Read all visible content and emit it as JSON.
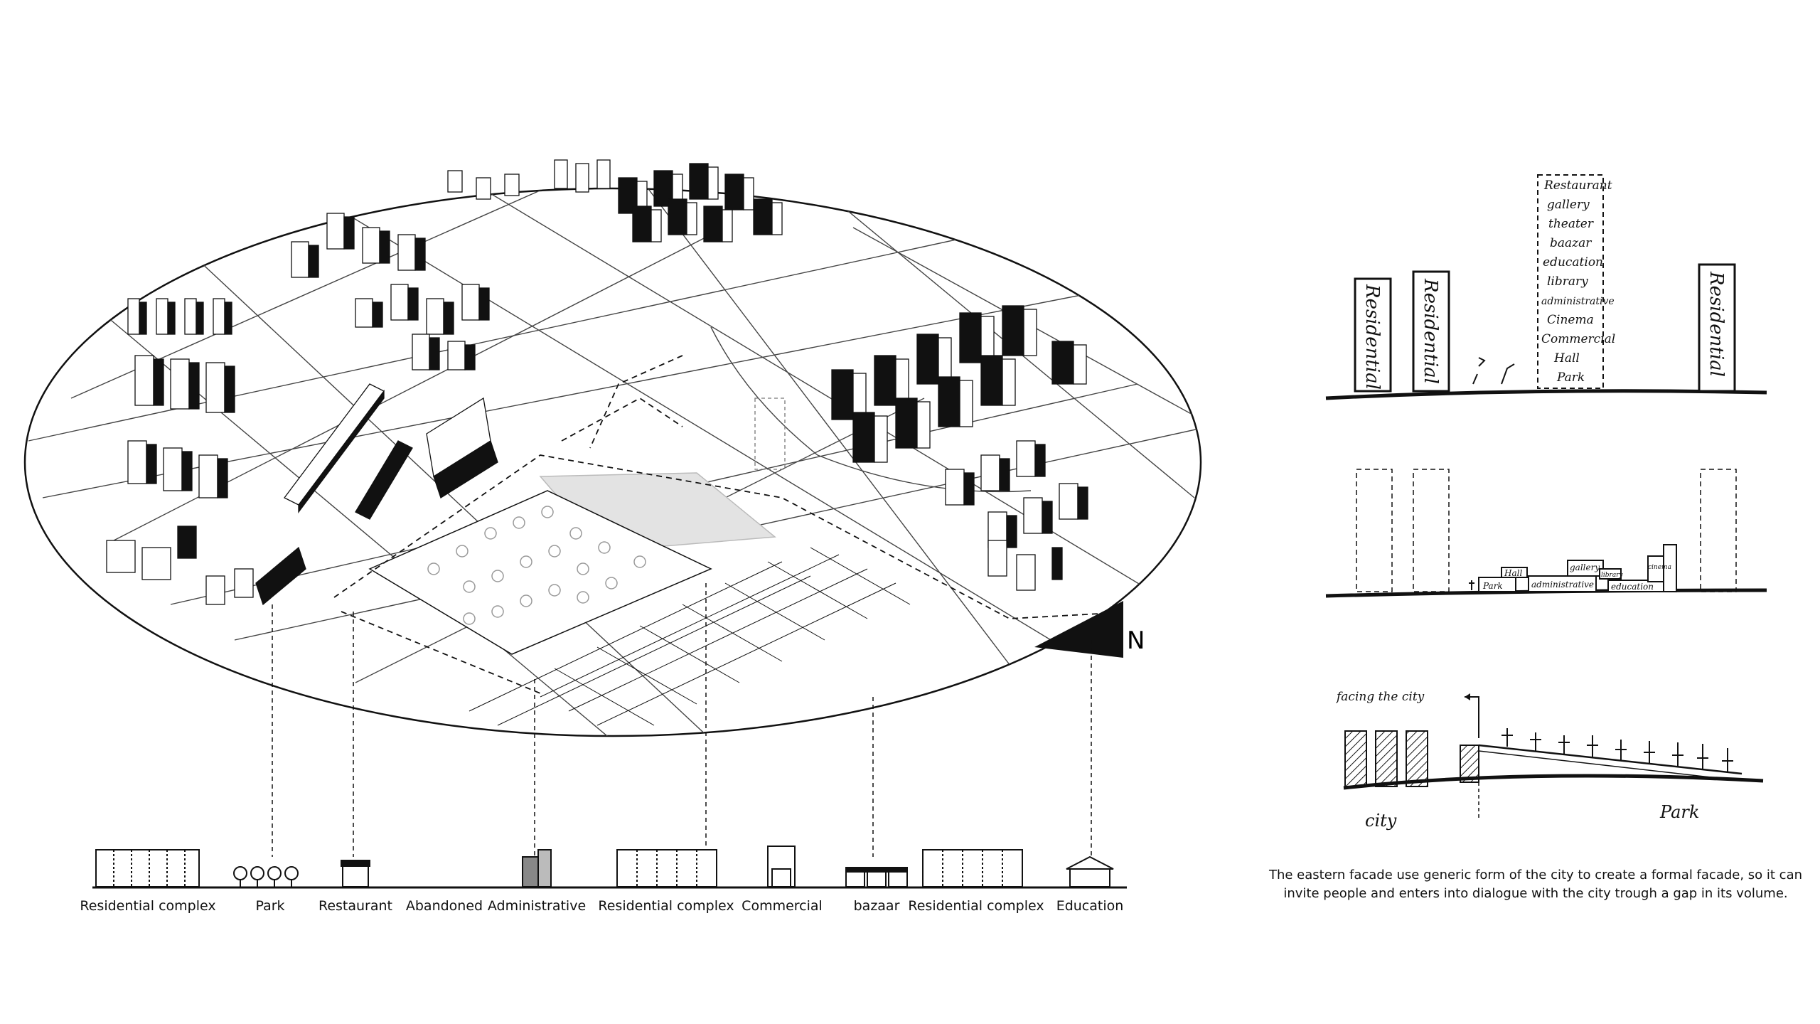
{
  "map": {
    "north_label": "N"
  },
  "legend": {
    "items": [
      {
        "label": "Residential complex",
        "icon": "apartment-block-icon"
      },
      {
        "label": "Park",
        "icon": "trees-icon"
      },
      {
        "label": "Restaurant",
        "icon": "restaurant-icon"
      },
      {
        "label": "Abandoned",
        "icon": ""
      },
      {
        "label": "Administrative",
        "icon": "office-tower-icon"
      },
      {
        "label": "Residential complex",
        "icon": "apartment-block-icon"
      },
      {
        "label": "Commercial",
        "icon": "shop-icon"
      },
      {
        "label": "bazaar",
        "icon": "market-stalls-icon"
      },
      {
        "label": "Residential complex",
        "icon": "apartment-block-icon"
      },
      {
        "label": "Education",
        "icon": "school-icon"
      }
    ]
  },
  "section1": {
    "tower_left_1": "Residential",
    "tower_left_2": "Residential",
    "tower_right": "Residential",
    "stack": [
      "Restaurant",
      "gallery",
      "theater",
      "baazar",
      "education",
      "library",
      "administrative",
      "Cinema",
      "Commercial",
      "Hall",
      "Park"
    ]
  },
  "section2": {
    "labels": [
      "Park",
      "Hall",
      "administrative",
      "gallery",
      "library",
      "education",
      "cinema"
    ]
  },
  "section3": {
    "facing": "facing the city",
    "city": "city",
    "park": "Park"
  },
  "caption": {
    "line1": "The eastern facade use generic form of the city to create a formal facade, so it can",
    "line2": "invite people and enters into dialogue with the city trough a gap in its volume."
  },
  "colors": {
    "ink": "#111111",
    "plaza_gray": "#e3e3e3",
    "paper": "#ffffff"
  }
}
